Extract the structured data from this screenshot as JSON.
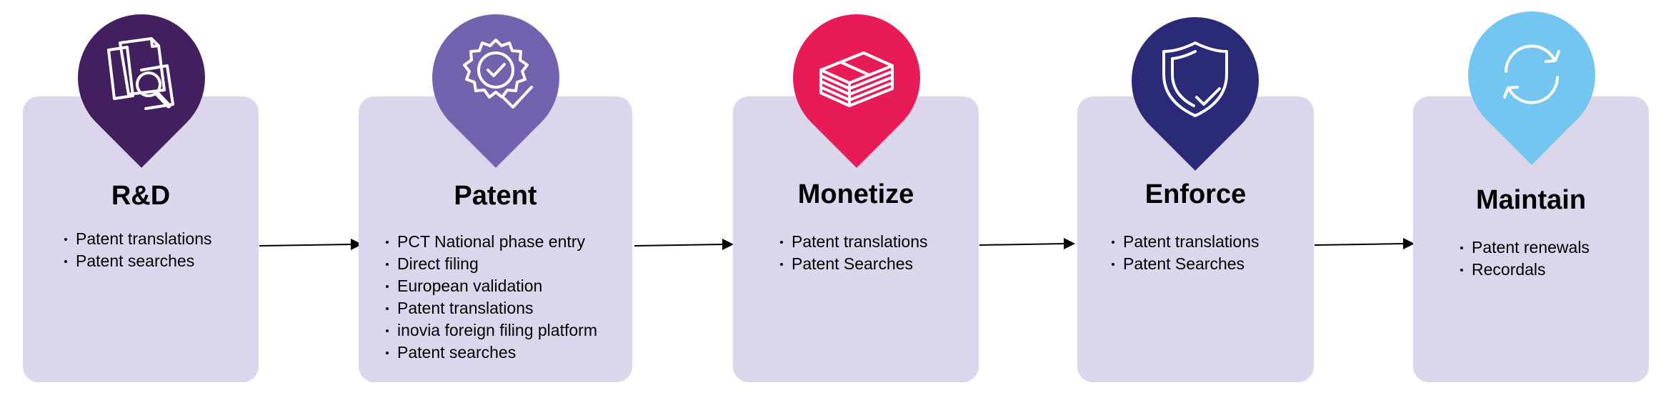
{
  "colors": {
    "card_bg": "#dbd6ec",
    "rnd_pin": "#42205f",
    "patent_pin": "#7362ad",
    "monetize_pin": "#e81b57",
    "enforce_pin": "#2b2a78",
    "maintain_pin": "#72c6f0"
  },
  "stages": [
    {
      "title": "R&D",
      "icon": "document-search-icon",
      "items": [
        "Patent translations",
        "Patent searches"
      ]
    },
    {
      "title": "Patent",
      "icon": "certified-badge-icon",
      "items": [
        "PCT National phase entry",
        "Direct filing",
        "European validation",
        "Patent translations",
        "inovia foreign filing platform",
        "Patent searches"
      ]
    },
    {
      "title": "Monetize",
      "icon": "money-stack-icon",
      "items": [
        "Patent translations",
        "Patent Searches"
      ]
    },
    {
      "title": "Enforce",
      "icon": "shield-check-icon",
      "items": [
        "Patent translations",
        "Patent Searches"
      ]
    },
    {
      "title": "Maintain",
      "icon": "renew-arrows-icon",
      "items": [
        "Patent renewals",
        "Recordals"
      ]
    }
  ]
}
